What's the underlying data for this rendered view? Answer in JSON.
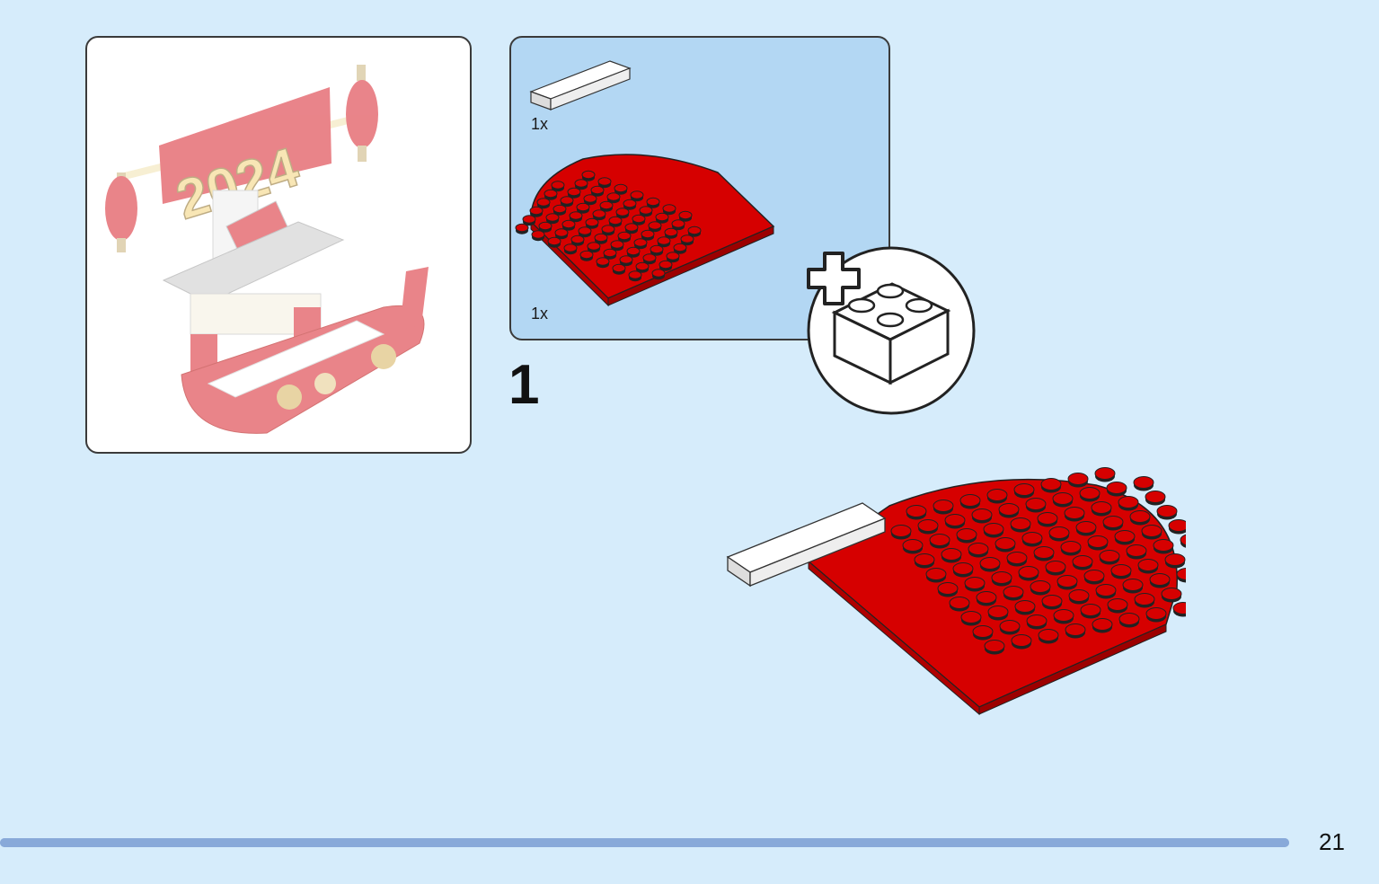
{
  "preview": {
    "year_text": "2024"
  },
  "parts": {
    "items": [
      {
        "icon": "white-tile-brick-icon",
        "quantity": "1x"
      },
      {
        "icon": "red-rounded-plate-icon",
        "quantity": "1x"
      }
    ]
  },
  "step": {
    "number": "1",
    "badge_icon": "add-brick-icon"
  },
  "footer": {
    "page_number": "21",
    "progress_fraction": 1.0
  },
  "colors": {
    "background": "#d6ecfb",
    "parts_panel": "#b3d7f3",
    "brick_red": "#d60000",
    "stud_dark": "#a10000",
    "tile_white": "#f5f5f5",
    "progress": "#88a9d9"
  }
}
